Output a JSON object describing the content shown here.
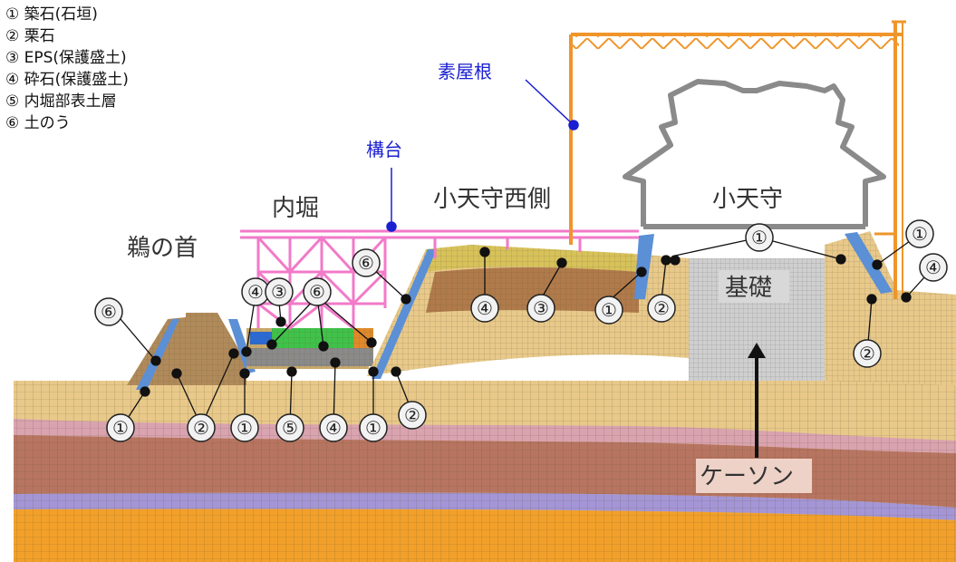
{
  "legend": {
    "items": [
      "① 築石(石垣)",
      "② 栗石",
      "③ EPS(保護盛土)",
      "④ 砕石(保護盛土)",
      "⑤ 内堀部表土層",
      "⑥ 土のう"
    ]
  },
  "labels": {
    "suyane": "素屋根",
    "kodai": "構台",
    "uchibori": "内堀",
    "unonokubi": "鵜の首",
    "kotenshu_nishigawa": "小天守西側",
    "kotenshu": "小天守",
    "kiso": "基礎",
    "caisson": "ケーソン"
  },
  "markers": [
    "⑥",
    "⑥",
    "④",
    "③",
    "⑥",
    "①",
    "②",
    "①",
    "⑤",
    "④",
    "①",
    "②",
    "④",
    "③",
    "①",
    "②",
    "①",
    "①",
    "④",
    "②"
  ],
  "colors": {
    "suyane_frame": "#f0952a",
    "kodai_frame": "#f27ac8",
    "blue_label": "#1a1fd1",
    "stone_wall": "#5b8fd6",
    "eps": "#3fc24a",
    "gravel": "#e08a2a"
  }
}
